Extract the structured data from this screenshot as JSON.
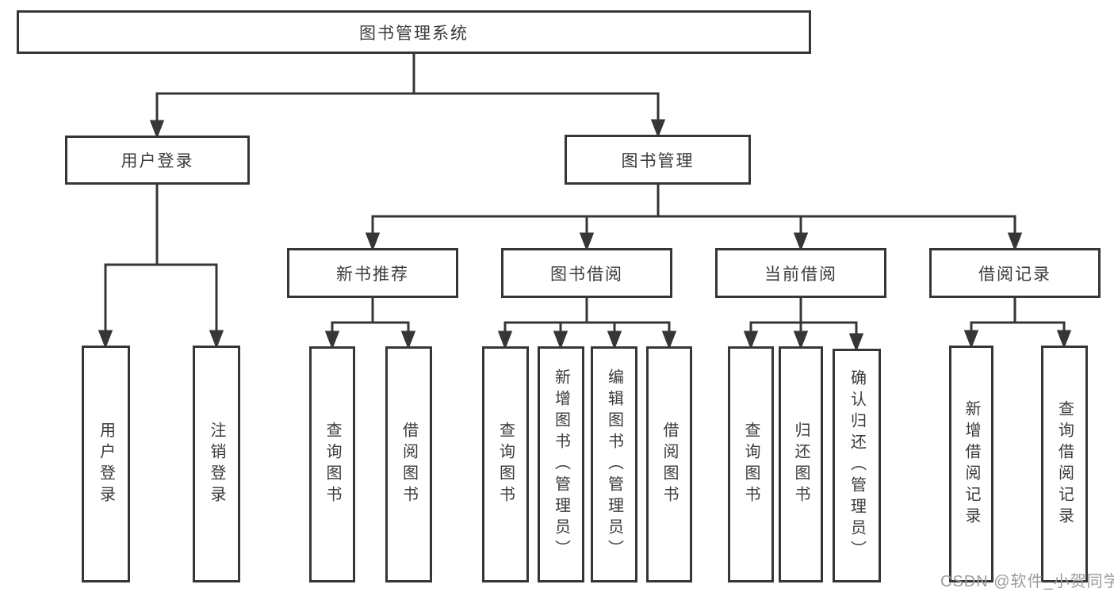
{
  "diagram": {
    "type": "tree",
    "direction": "top-down"
  },
  "nodes": {
    "root": {
      "label": "图书管理系统",
      "level": 1
    },
    "user_login": {
      "label": "用户登录",
      "level": 2,
      "parent": "root"
    },
    "book_mgmt": {
      "label": "图书管理",
      "level": 2,
      "parent": "root"
    },
    "new_book_rec": {
      "label": "新书推荐",
      "level": 3,
      "parent": "book_mgmt"
    },
    "book_borrow": {
      "label": "图书借阅",
      "level": 3,
      "parent": "book_mgmt"
    },
    "current_borrow": {
      "label": "当前借阅",
      "level": 3,
      "parent": "book_mgmt"
    },
    "borrow_records": {
      "label": "借阅记录",
      "level": 3,
      "parent": "book_mgmt"
    },
    "leaf_user_login": {
      "label": "用户登录",
      "level": 4,
      "parent": "user_login"
    },
    "leaf_logout": {
      "label": "注销登录",
      "level": 4,
      "parent": "user_login"
    },
    "leaf_nbr_query": {
      "label": "查询图书",
      "level": 4,
      "parent": "new_book_rec"
    },
    "leaf_nbr_borrow": {
      "label": "借阅图书",
      "level": 4,
      "parent": "new_book_rec"
    },
    "leaf_bb_query": {
      "label": "查询图书",
      "level": 4,
      "parent": "book_borrow"
    },
    "leaf_bb_add": {
      "label": "新增图书（管理员）",
      "level": 4,
      "parent": "book_borrow"
    },
    "leaf_bb_edit": {
      "label": "编辑图书（管理员）",
      "level": 4,
      "parent": "book_borrow"
    },
    "leaf_bb_borrow": {
      "label": "借阅图书",
      "level": 4,
      "parent": "book_borrow"
    },
    "leaf_cb_query": {
      "label": "查询图书",
      "level": 4,
      "parent": "current_borrow"
    },
    "leaf_cb_return": {
      "label": "归还图书",
      "level": 4,
      "parent": "current_borrow"
    },
    "leaf_cb_confirm": {
      "label": "确认归还（管理员）",
      "level": 4,
      "parent": "current_borrow"
    },
    "leaf_br_add": {
      "label": "新增借阅记录",
      "level": 4,
      "parent": "borrow_records"
    },
    "leaf_br_query": {
      "label": "查询借阅记录",
      "level": 4,
      "parent": "borrow_records"
    }
  },
  "watermark": {
    "text": "CSDN @软件_小贺同学",
    "color": "#9c9c9c"
  },
  "colors": {
    "line": "#363636",
    "text": "#3b3b3b",
    "box_background": "#ffffff",
    "page_background": "#ffffff"
  }
}
